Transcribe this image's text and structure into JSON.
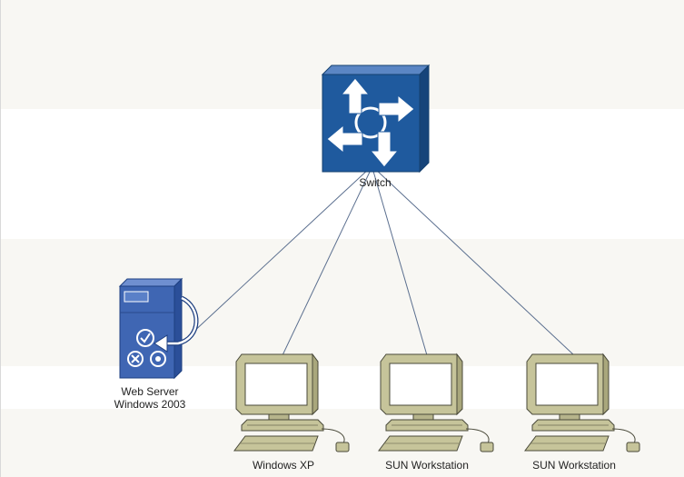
{
  "nodes": {
    "switch": {
      "label": "Switch",
      "icon": "switch-icon"
    },
    "web_server": {
      "label_line1": "Web Server",
      "label_line2": "Windows 2003",
      "icon": "web-server-icon"
    },
    "windows_xp": {
      "label": "Windows XP",
      "icon": "workstation-icon"
    },
    "sun_workstation_1": {
      "label": "SUN Workstation",
      "icon": "workstation-icon"
    },
    "sun_workstation_2": {
      "label": "SUN Workstation",
      "icon": "workstation-icon"
    }
  },
  "edges": [
    {
      "from": "switch",
      "to": "web_server"
    },
    {
      "from": "switch",
      "to": "windows_xp"
    },
    {
      "from": "switch",
      "to": "sun_workstation_1"
    },
    {
      "from": "switch",
      "to": "sun_workstation_2"
    }
  ],
  "colors": {
    "switch_blue": "#1f5a9e",
    "server_blue": "#3f66b3",
    "computer_khaki": "#c6c49a",
    "connector": "#5b6f8f",
    "band": "#f8f7f3"
  }
}
